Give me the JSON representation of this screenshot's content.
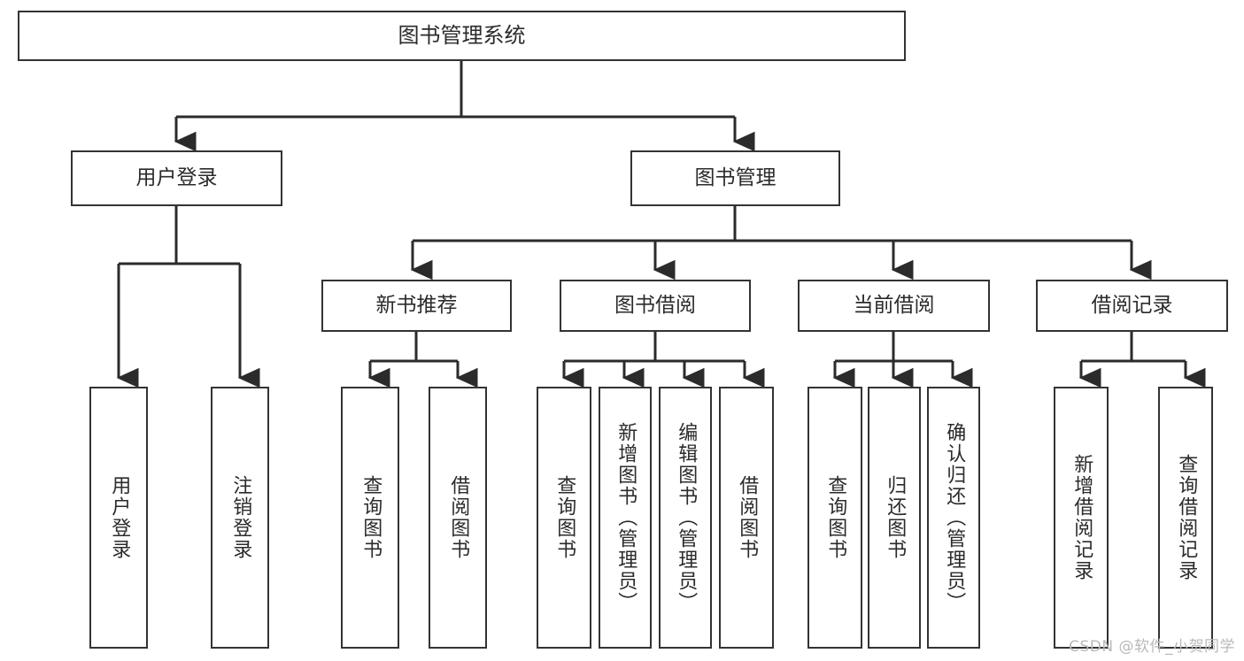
{
  "diagram": {
    "title": "图书管理系统",
    "type": "tree",
    "watermark": "CSDN @软件_小贺同学",
    "colors": {
      "box_border": "#333333",
      "box_fill": "#ffffff",
      "connector": "#2b2b2b",
      "text": "#2b2b2b",
      "watermark": "#b9b9b9"
    },
    "nodes": {
      "root": {
        "label": "图书管理系统"
      },
      "level2": [
        {
          "id": "user-login",
          "label": "用户登录"
        },
        {
          "id": "book-management",
          "label": "图书管理"
        }
      ],
      "level3": [
        {
          "id": "new-book-recommend",
          "label": "新书推荐"
        },
        {
          "id": "book-borrow",
          "label": "图书借阅"
        },
        {
          "id": "current-borrow",
          "label": "当前借阅"
        },
        {
          "id": "borrow-record",
          "label": "借阅记录"
        }
      ],
      "leaves": [
        {
          "id": "leaf-user-login",
          "label": "用户登录",
          "parent": "user-login"
        },
        {
          "id": "leaf-logout",
          "label": "注销登录",
          "parent": "user-login"
        },
        {
          "id": "leaf-query-book-1",
          "label": "查询图书",
          "parent": "new-book-recommend"
        },
        {
          "id": "leaf-borrow-book-1",
          "label": "借阅图书",
          "parent": "new-book-recommend"
        },
        {
          "id": "leaf-query-book-2",
          "label": "查询图书",
          "parent": "book-borrow"
        },
        {
          "id": "leaf-add-book",
          "label": "新增图书（管理员）",
          "parent": "book-borrow"
        },
        {
          "id": "leaf-edit-book",
          "label": "编辑图书（管理员）",
          "parent": "book-borrow"
        },
        {
          "id": "leaf-borrow-book-2",
          "label": "借阅图书",
          "parent": "book-borrow"
        },
        {
          "id": "leaf-query-book-3",
          "label": "查询图书",
          "parent": "current-borrow"
        },
        {
          "id": "leaf-return-book",
          "label": "归还图书",
          "parent": "current-borrow"
        },
        {
          "id": "leaf-confirm-return",
          "label": "确认归还（管理员）",
          "parent": "current-borrow"
        },
        {
          "id": "leaf-add-record",
          "label": "新增借阅记录",
          "parent": "borrow-record"
        },
        {
          "id": "leaf-query-record",
          "label": "查询借阅记录",
          "parent": "borrow-record"
        }
      ]
    }
  }
}
